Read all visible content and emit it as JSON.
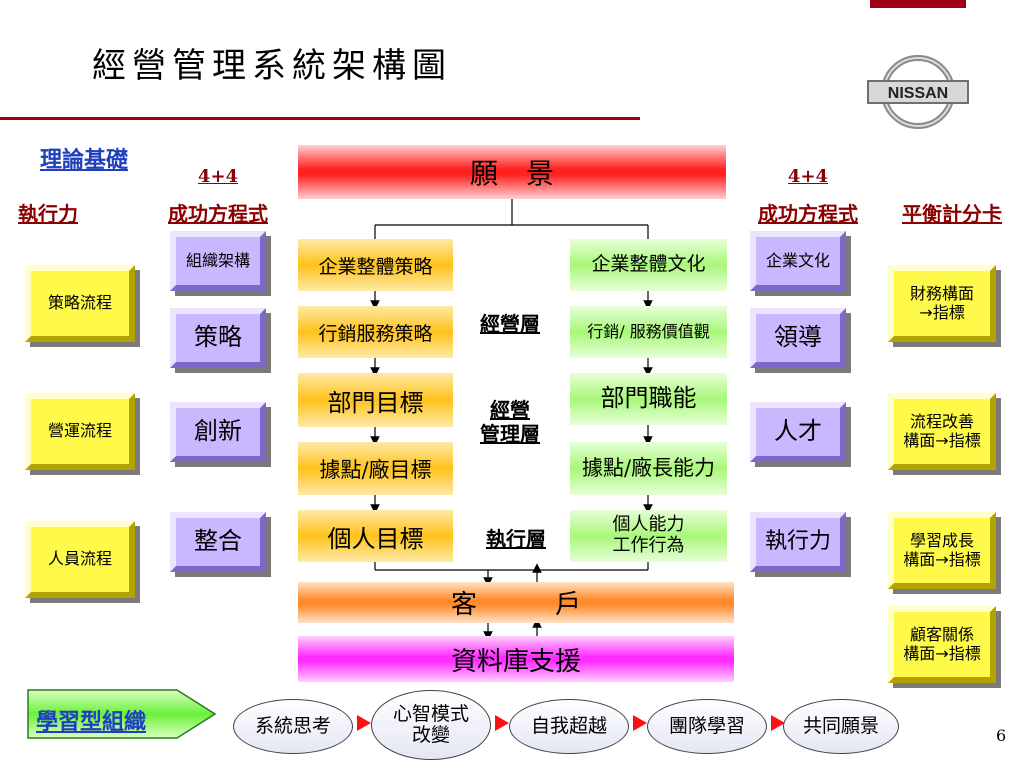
{
  "title": "經營管理系統架構圖",
  "logo_text": "NISSAN",
  "page_number": "6",
  "colors": {
    "accent": "#a00014",
    "header_red": "#8b0000",
    "link_blue": "#1f3fbf",
    "arrow_red": "#ff1010"
  },
  "left": {
    "theory_label": "理論基礎",
    "exec_header": "執行力",
    "formula_header_line1": "4+4",
    "formula_header_line2": "成功方程式",
    "processes": [
      "策略流程",
      "營運流程",
      "人員流程"
    ],
    "formula_items": [
      "組織架構",
      "策略",
      "創新",
      "整合"
    ]
  },
  "right": {
    "formula_header_line1": "4+4",
    "formula_header_line2": "成功方程式",
    "bsc_header": "平衡計分卡",
    "formula_items": [
      "企業文化",
      "領導",
      "人才",
      "執行力"
    ],
    "bsc_items": [
      "財務構面\n→指標",
      "流程改善\n構面→指標",
      "學習成長\n構面→指標",
      "顧客關係\n構面→指標"
    ]
  },
  "center": {
    "vision": "願　景",
    "customer": "客　　　戶",
    "database": "資料庫支援",
    "left_column": [
      "企業整體策略",
      "行銷服務策略",
      "部門目標",
      "據點/廠目標",
      "個人目標"
    ],
    "right_column": [
      "企業整體文化",
      "行銷/ 服務價值觀",
      "部門職能",
      "據點/廠長能力",
      "個人能力\n工作行為"
    ],
    "layers": [
      "經營層",
      "經營\n管理層",
      "執行層"
    ]
  },
  "bottom": {
    "org_label": "學習型組織",
    "disciplines": [
      "系統思考",
      "心智模式\n改變",
      "自我超越",
      "團隊學習",
      "共同願景"
    ]
  }
}
